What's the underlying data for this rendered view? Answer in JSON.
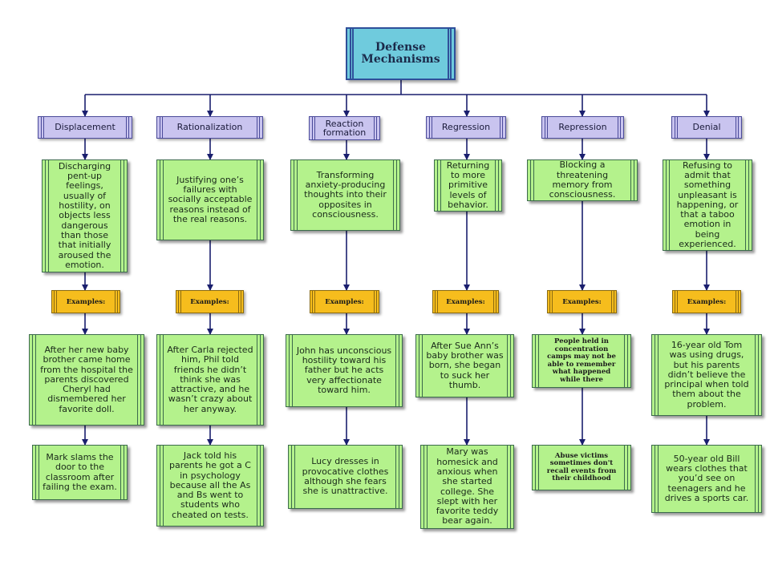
{
  "root": {
    "label": "Defense\nMechanisms"
  },
  "examples_label": "Examples:",
  "columns": [
    {
      "category": "Displacement",
      "definition": "Discharging pent-up feelings, usually of hostility, on objects less dangerous than those that initially aroused the emotion.",
      "example1": "After her new baby brother came home from the hospital the parents discovered Cheryl had dismembered her favorite doll.",
      "example2": "Mark slams the door to the classroom after failing the exam."
    },
    {
      "category": "Rationalization",
      "definition": "Justifying one’s failures with socially acceptable reasons instead of the real reasons.",
      "example1": "After Carla rejected him, Phil told friends he didn’t think she was attractive, and he wasn’t crazy about her anyway.",
      "example2": "Jack told his parents he got a C in psychology because all the As and Bs went to students who cheated on tests."
    },
    {
      "category": "Reaction\nformation",
      "definition": "Transforming anxiety-producing thoughts into their opposites in consciousness.",
      "example1": "John has unconscious hostility toward his father but he acts very affectionate toward him.",
      "example2": "Lucy dresses in provocative clothes although she fears she is unattractive."
    },
    {
      "category": "Regression",
      "definition": "Returning to more primitive levels of behavior.",
      "example1": "After Sue Ann’s baby brother was born, she began to suck her thumb.",
      "example2": "Mary was homesick and anxious when she started college. She slept with her favorite teddy bear again."
    },
    {
      "category": "Repression",
      "definition": "Blocking a threatening memory from consciousness.",
      "example1": "People held in concentration camps may not be able to remember what happened while there",
      "example2": "Abuse victims sometimes don't recall events from their childhood"
    },
    {
      "category": "Denial",
      "definition": "Refusing to admit that something unpleasant is happening, or that a taboo emotion in being experienced.",
      "example1": "16-year old Tom was using drugs, but his parents didn’t believe the principal when told them about the problem.",
      "example2": "50-year old Bill wears clothes that you’d see on teenagers and he drives a sports car."
    }
  ],
  "colors": {
    "root_fill": "#6fcbdd",
    "category_fill": "#c9c4ef",
    "box_fill": "#b4f28c",
    "examples_fill": "#f6bd1d",
    "connector": "#1a1f6e"
  }
}
